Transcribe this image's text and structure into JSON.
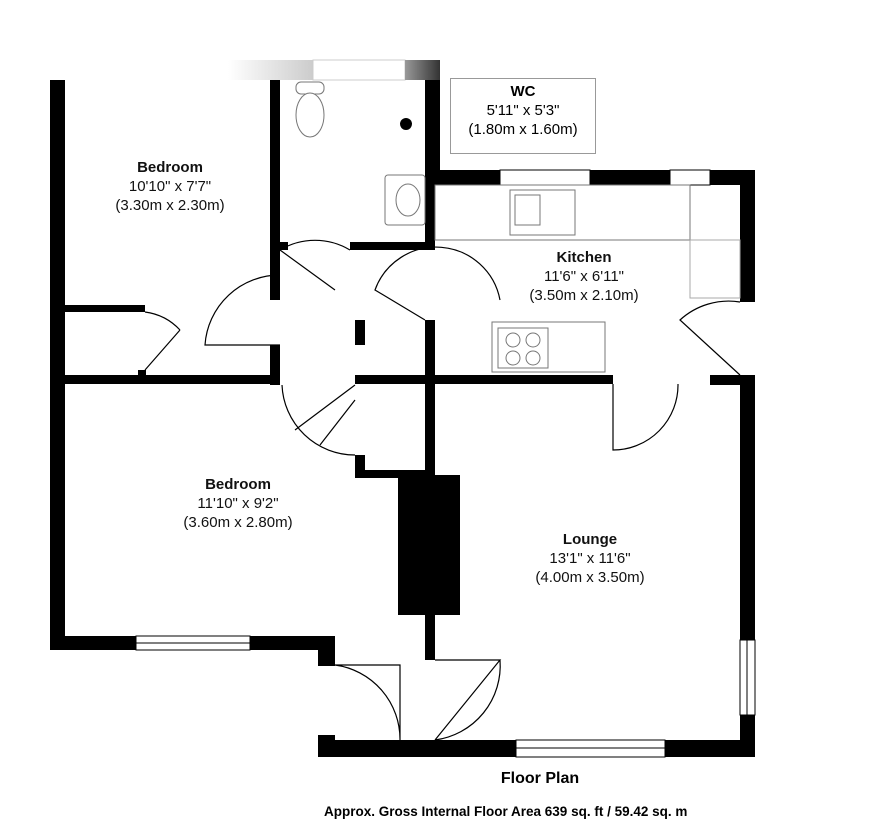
{
  "rooms": {
    "wc": {
      "name": "WC",
      "imperial": "5'11\" x 5'3\"",
      "metric": "(1.80m x 1.60m)"
    },
    "bedroom1": {
      "name": "Bedroom",
      "imperial": "10'10\" x 7'7\"",
      "metric": "(3.30m x 2.30m)"
    },
    "kitchen": {
      "name": "Kitchen",
      "imperial": "11'6\" x 6'11\"",
      "metric": "(3.50m x 2.10m)"
    },
    "bedroom2": {
      "name": "Bedroom",
      "imperial": "11'10\" x 9'2\"",
      "metric": "(3.60m x 2.80m)"
    },
    "lounge": {
      "name": "Lounge",
      "imperial": "13'1\" x 11'6\"",
      "metric": "(4.00m x 3.50m)"
    }
  },
  "footer": {
    "title": "Floor Plan",
    "area": "Approx. Gross Internal Floor Area 639 sq. ft / 59.42 sq. m"
  },
  "colors": {
    "wall": "#000000",
    "fixture": "#888888"
  }
}
